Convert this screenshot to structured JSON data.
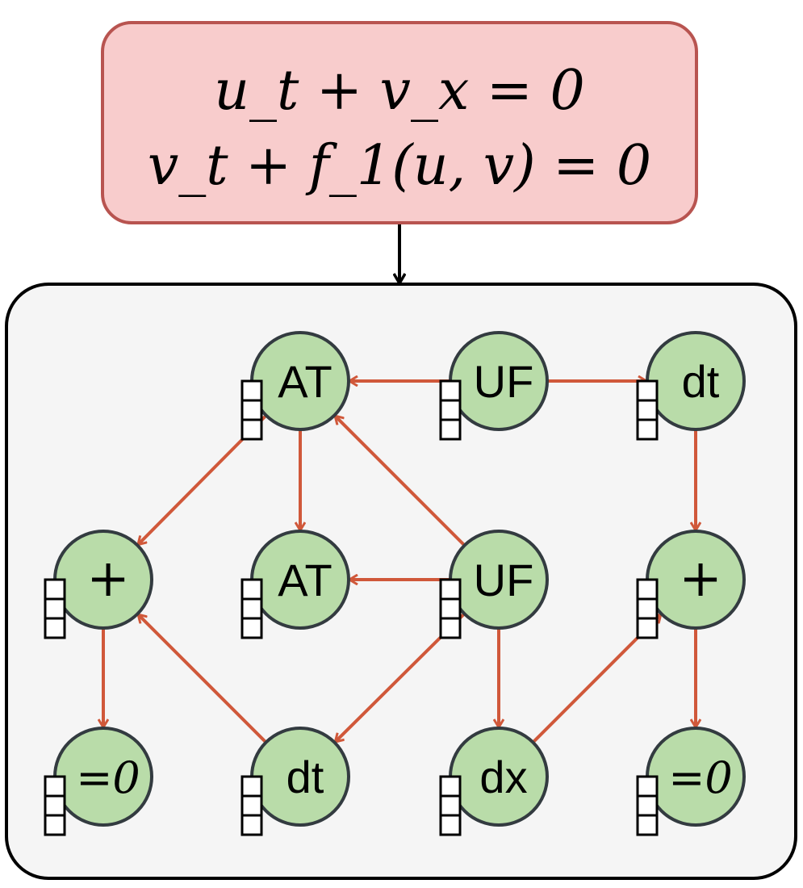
{
  "equation_box": {
    "line1": "u_t + v_x = 0",
    "line2": "v_t + f_1(u, v) = 0",
    "fill": "#f8cccc",
    "stroke": "#b85450"
  },
  "graph": {
    "panel_fill": "#f5f5f5",
    "panel_stroke": "#000000",
    "node_fill": "#b9dca9",
    "node_stroke": "#333b40",
    "edge_color": "#d0583a",
    "nodes": [
      {
        "id": "at1",
        "label": "AT",
        "kind": "text"
      },
      {
        "id": "uf1",
        "label": "UF",
        "kind": "text"
      },
      {
        "id": "dt1",
        "label": "dt",
        "kind": "text"
      },
      {
        "id": "plus1",
        "label": "+",
        "kind": "math"
      },
      {
        "id": "at2",
        "label": "AT",
        "kind": "text"
      },
      {
        "id": "uf2",
        "label": "UF",
        "kind": "text"
      },
      {
        "id": "plus2",
        "label": "+",
        "kind": "math"
      },
      {
        "id": "eq0a",
        "label": "=0",
        "kind": "math"
      },
      {
        "id": "dt2",
        "label": "dt",
        "kind": "text"
      },
      {
        "id": "dx1",
        "label": "dx",
        "kind": "text"
      },
      {
        "id": "eq0b",
        "label": "=0",
        "kind": "math"
      }
    ],
    "edges": [
      {
        "from": "uf1",
        "to": "at1"
      },
      {
        "from": "uf1",
        "to": "dt1"
      },
      {
        "from": "at1",
        "to": "plus1"
      },
      {
        "from": "at1",
        "to": "at2"
      },
      {
        "from": "uf2",
        "to": "at1"
      },
      {
        "from": "uf2",
        "to": "at2"
      },
      {
        "from": "dt1",
        "to": "plus2"
      },
      {
        "from": "plus1",
        "to": "eq0a"
      },
      {
        "from": "dt2",
        "to": "plus1"
      },
      {
        "from": "uf2",
        "to": "dt2"
      },
      {
        "from": "uf2",
        "to": "dx1"
      },
      {
        "from": "dx1",
        "to": "plus2"
      },
      {
        "from": "plus2",
        "to": "eq0b"
      }
    ]
  }
}
